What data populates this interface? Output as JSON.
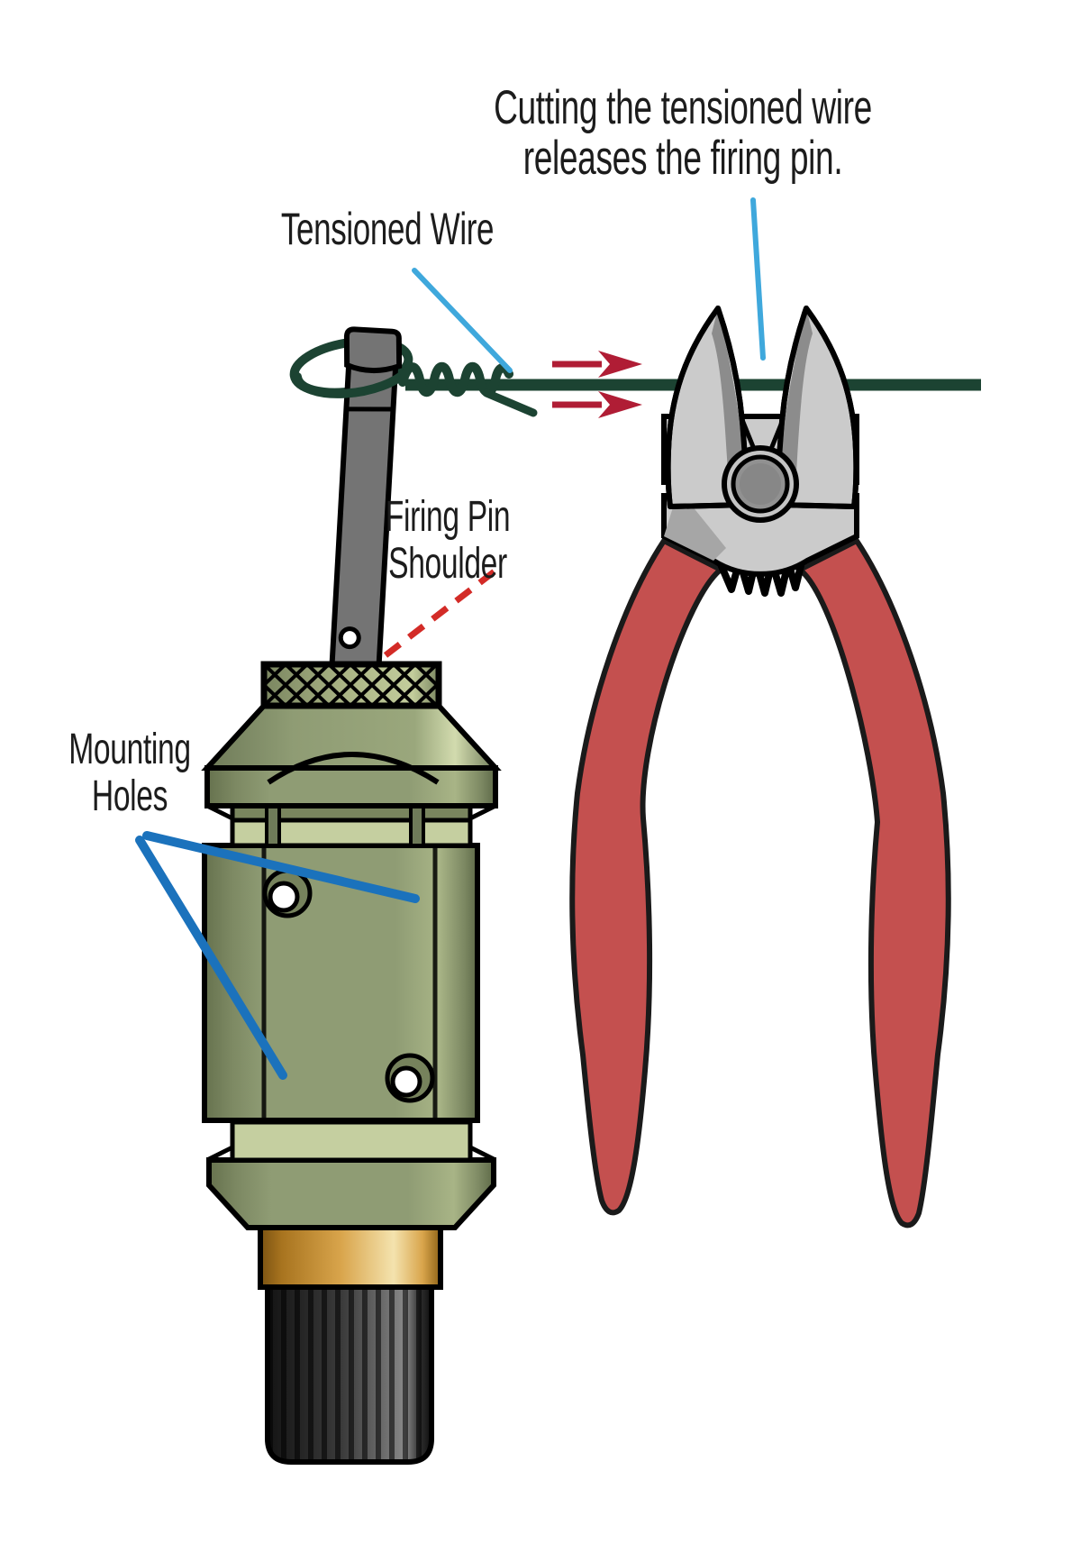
{
  "figure": {
    "caption": {
      "line1": "Cutting the tensioned wire",
      "line2": "releases the firing pin."
    },
    "labels": {
      "tensioned_wire": "Tensioned Wire",
      "firing_pin_shoulder": {
        "line1": "Firing Pin",
        "line2": "Shoulder"
      },
      "mounting_holes": {
        "line1": "Mounting",
        "line2": "Holes"
      }
    },
    "wire_tension_arrows": {
      "count": 2,
      "direction": "right"
    }
  },
  "palette": {
    "wire_green": "#1C4332",
    "leader_blue_light": "#3FA8DC",
    "leader_blue_dark": "#1B72BC",
    "arrow_red": "#B01D35",
    "dash_red": "#D32B27",
    "handle_red": "#C4504F",
    "tool_gray_light": "#CBCBCB",
    "tool_gray_mid": "#A6A6A6",
    "tool_gray_dark": "#8C8C8C",
    "body_olive": "#8F9C74",
    "body_olive_light": "#C5CFA0",
    "body_olive_dark": "#6F7B59",
    "brass_mid": "#D9A54C",
    "pin_gray": "#747474",
    "ink": "#1C1C1C",
    "outline": "#000000",
    "paper": "#FFFFFF"
  }
}
